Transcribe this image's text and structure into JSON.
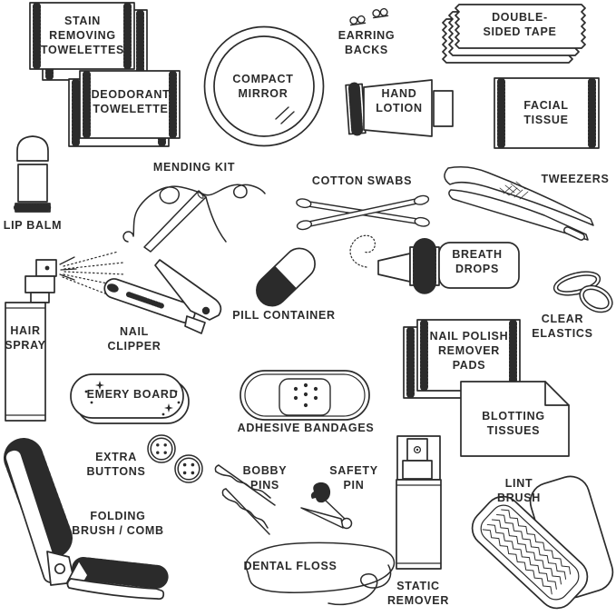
{
  "palette": {
    "line": "#2b2b2b",
    "background": "#ffffff"
  },
  "items": [
    {
      "id": "stain-removing-towelettes",
      "label": "STAIN\nREMOVING\nTOWELETTES",
      "icon": "towelette-packets-icon"
    },
    {
      "id": "deodorant-towelette",
      "label": "DEODORANT\nTOWELETTE",
      "icon": "towelette-packets-icon"
    },
    {
      "id": "compact-mirror",
      "label": "COMPACT\nMIRROR",
      "icon": "round-mirror-icon"
    },
    {
      "id": "earring-backs",
      "label": "EARRING\nBACKS",
      "icon": "butterfly-clutch-icon"
    },
    {
      "id": "double-sided-tape",
      "label": "DOUBLE-\nSIDED TAPE",
      "icon": "tape-strips-icon"
    },
    {
      "id": "hand-lotion",
      "label": "HAND\nLOTION",
      "icon": "lotion-tube-icon"
    },
    {
      "id": "facial-tissue",
      "label": "FACIAL\nTISSUE",
      "icon": "tissue-pack-icon"
    },
    {
      "id": "lip-balm",
      "label": "LIP BALM",
      "icon": "balm-stick-icon"
    },
    {
      "id": "mending-kit",
      "label": "MENDING KIT",
      "icon": "needle-thread-icon"
    },
    {
      "id": "cotton-swabs",
      "label": "COTTON SWABS",
      "icon": "crossed-swabs-icon"
    },
    {
      "id": "tweezers",
      "label": "TWEEZERS",
      "icon": "tweezers-icon"
    },
    {
      "id": "hair-spray",
      "label": "HAIR\nSPRAY",
      "icon": "spray-bottle-icon"
    },
    {
      "id": "nail-clipper",
      "label": "NAIL\nCLIPPER",
      "icon": "nail-clipper-icon"
    },
    {
      "id": "pill-container",
      "label": "PILL CONTAINER",
      "icon": "capsule-icon"
    },
    {
      "id": "breath-drops",
      "label": "BREATH\nDROPS",
      "icon": "dropper-bottle-icon"
    },
    {
      "id": "clear-elastics",
      "label": "CLEAR\nELASTICS",
      "icon": "elastic-bands-icon"
    },
    {
      "id": "nail-polish-remover-pads",
      "label": "NAIL POLISH\nREMOVER\nPADS",
      "icon": "pads-packets-icon"
    },
    {
      "id": "blotting-tissues",
      "label": "BLOTTING\nTISSUES",
      "icon": "folded-sheet-icon"
    },
    {
      "id": "emery-board",
      "label": "EMERY BOARD",
      "icon": "emery-board-icon"
    },
    {
      "id": "adhesive-bandages",
      "label": "ADHESIVE BANDAGES",
      "icon": "bandage-icon"
    },
    {
      "id": "extra-buttons",
      "label": "EXTRA\nBUTTONS",
      "icon": "buttons-icon"
    },
    {
      "id": "folding-brush-comb",
      "label": "FOLDING\nBRUSH / COMB",
      "icon": "folding-brush-comb-icon"
    },
    {
      "id": "bobby-pins",
      "label": "BOBBY\nPINS",
      "icon": "bobby-pins-icon"
    },
    {
      "id": "safety-pin",
      "label": "SAFETY\nPIN",
      "icon": "safety-pin-icon"
    },
    {
      "id": "dental-floss",
      "label": "DENTAL FLOSS",
      "icon": "floss-loop-icon"
    },
    {
      "id": "static-remover",
      "label": "STATIC\nREMOVER",
      "icon": "pump-bottle-icon"
    },
    {
      "id": "lint-brush",
      "label": "LINT\nBRUSH",
      "icon": "lint-brush-icon"
    }
  ]
}
